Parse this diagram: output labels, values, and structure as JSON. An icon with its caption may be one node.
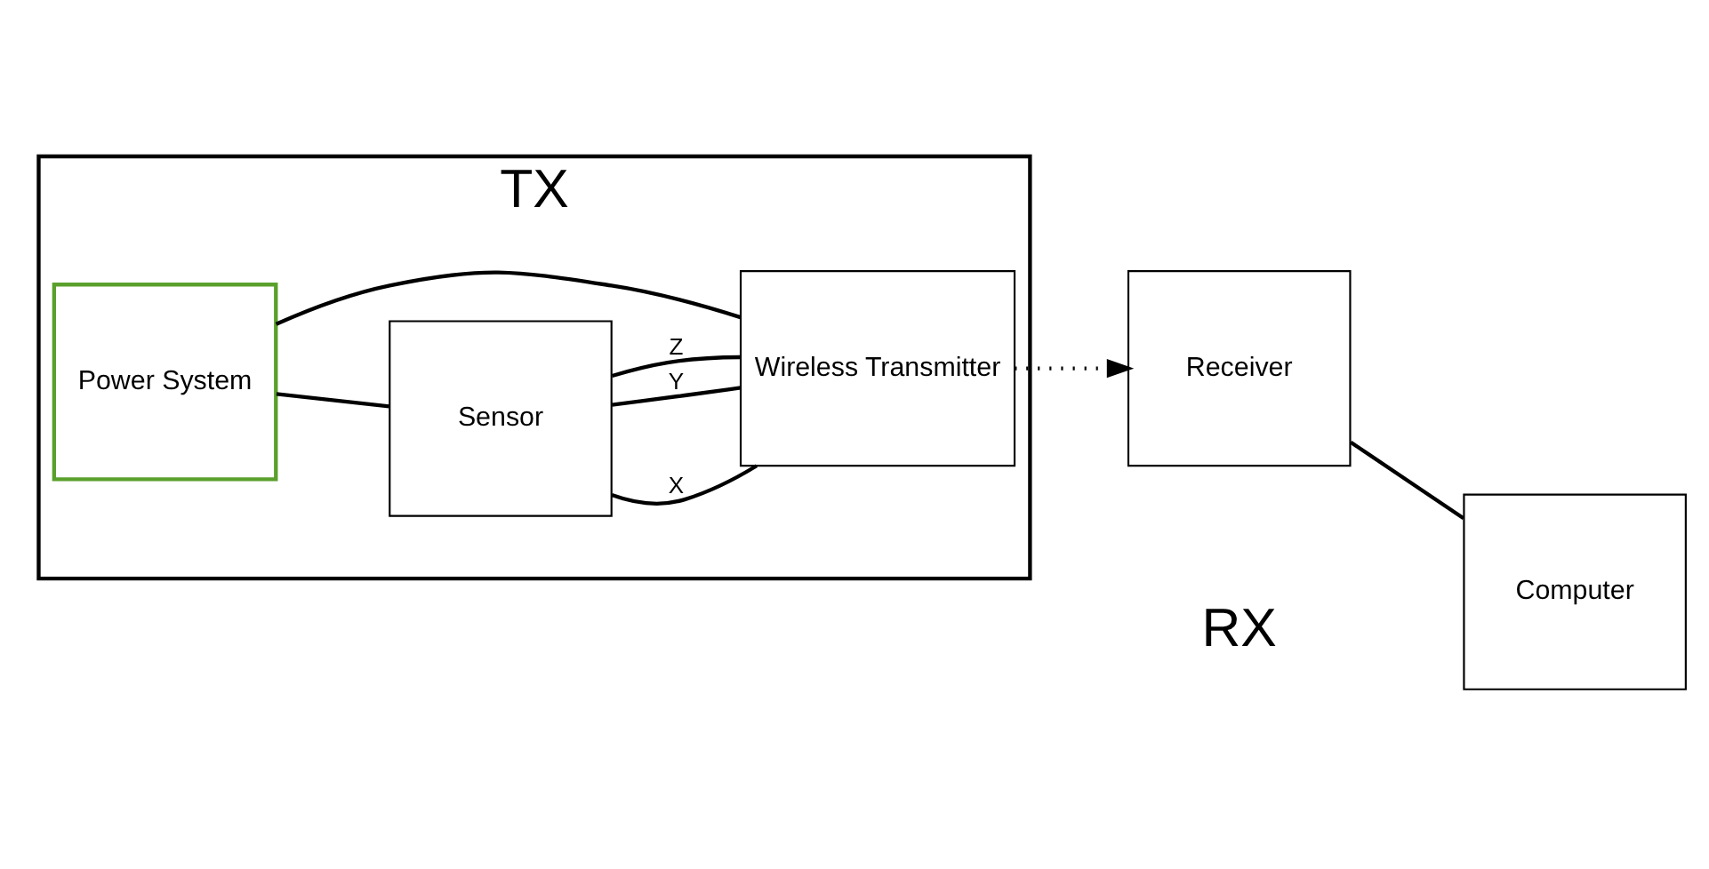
{
  "diagram": {
    "nodes": [
      {
        "text": [
          "TX"
        ]
      },
      {
        "text": [
          "Power System"
        ],
        "in": 0
      },
      {
        "text": [
          "Sensor"
        ],
        "in": 0
      },
      {
        "text": [
          "Wireless Transmitter"
        ],
        "in": 0
      },
      {
        "text": [
          "Receiver"
        ]
      },
      {
        "text": [
          "Computer"
        ]
      }
    ],
    "edges": [
      {
        "from": 1,
        "to": 2,
        "arrow": "none"
      },
      {
        "from": 1,
        "to": 3,
        "arrow": "none"
      },
      {
        "from": 2,
        "to": 3,
        "arrow": "none",
        "label": "X"
      },
      {
        "from": 2,
        "to": 3,
        "arrow": "none",
        "label": "Y"
      },
      {
        "from": 2,
        "to": 3,
        "arrow": "none",
        "label": "Z"
      },
      {
        "from": 3,
        "to": 4,
        "arrow": "to",
        "style": "dashed"
      },
      {
        "from": 4,
        "to": 5,
        "arrow": "none"
      }
    ],
    "labels": [
      "RX"
    ]
  }
}
